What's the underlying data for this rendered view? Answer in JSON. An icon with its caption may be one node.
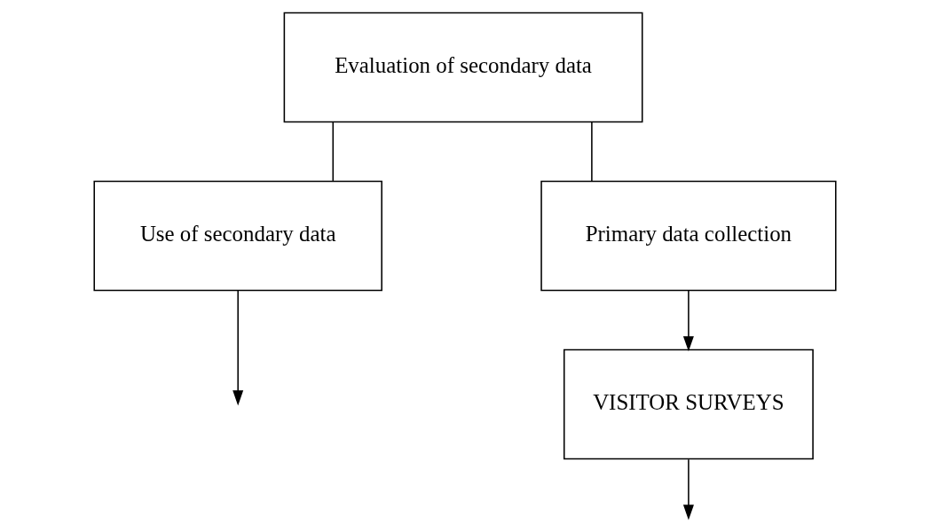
{
  "diagram": {
    "nodes": [
      {
        "text": [
          "Evaluation of secondary data"
        ]
      },
      {
        "text": [
          "Use of secondary data"
        ]
      },
      {
        "text": [
          "Primary data collection"
        ]
      },
      {
        "text": [
          "VISITOR SURVEYS"
        ]
      }
    ],
    "edges": [
      {
        "from": 0,
        "to": 1,
        "arrow": "none"
      },
      {
        "from": 0,
        "to": 2,
        "arrow": "none"
      },
      {
        "from": 2,
        "to": 3,
        "arrow": "to"
      },
      {
        "from": 1,
        "to": null,
        "arrow": "to"
      },
      {
        "from": 3,
        "to": null,
        "arrow": "to"
      }
    ]
  }
}
